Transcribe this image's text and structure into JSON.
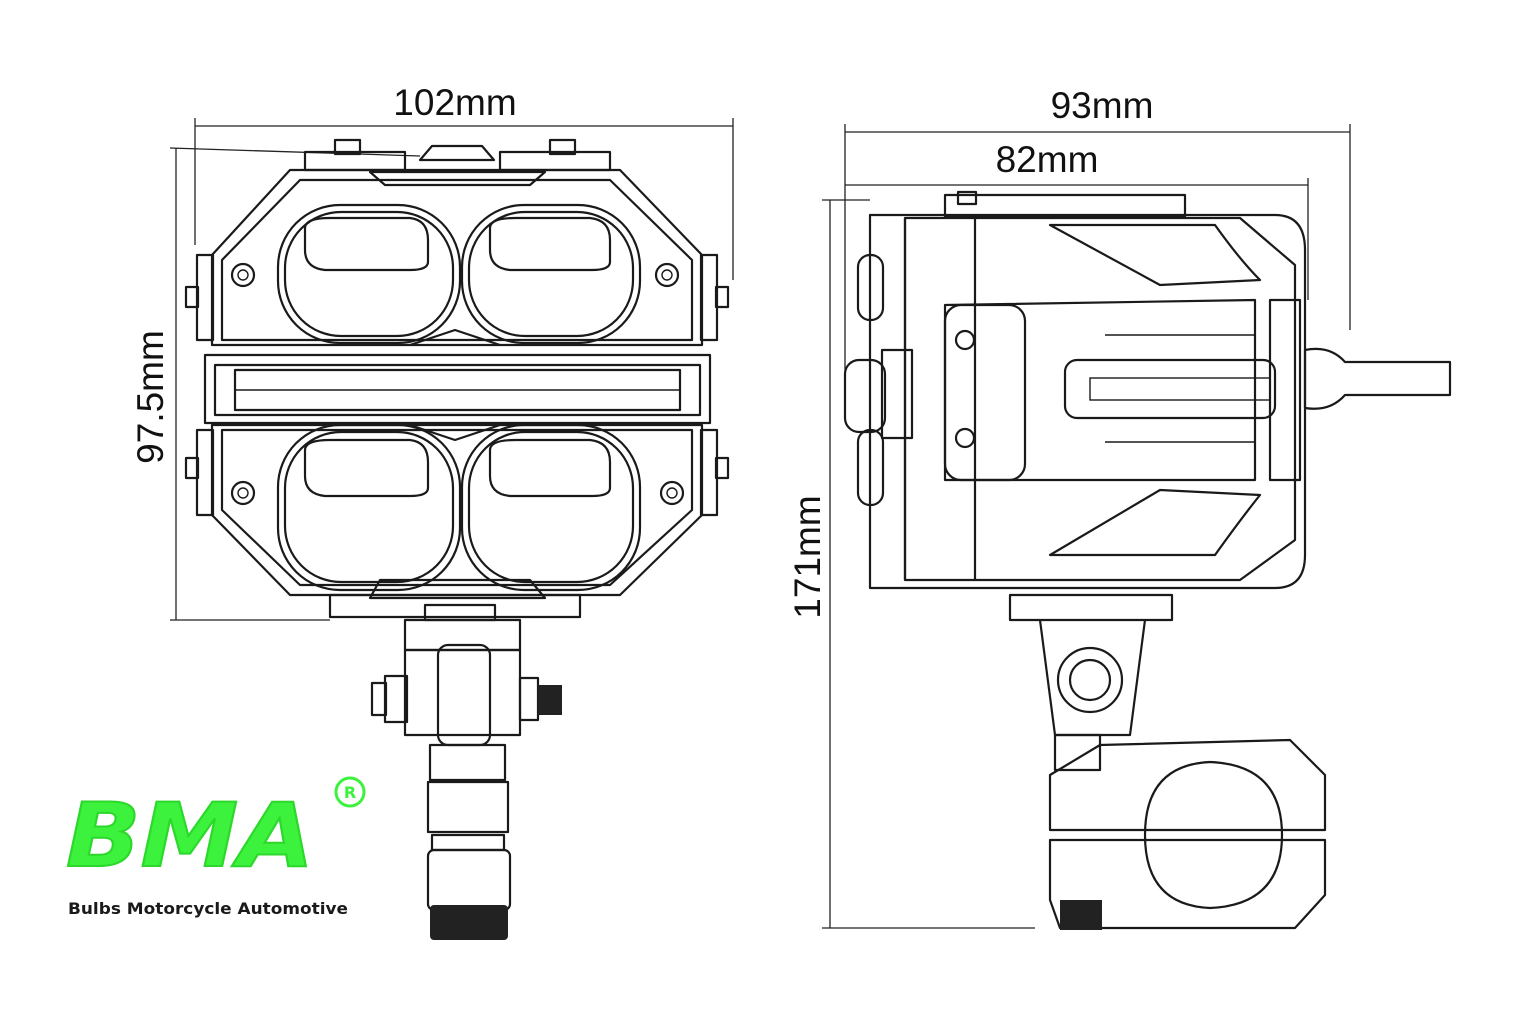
{
  "dimensions": {
    "front_width": "102mm",
    "front_height": "97.5mm",
    "side_total_depth": "93mm",
    "side_body_depth": "82mm",
    "total_height": "171mm"
  },
  "logo": {
    "brand": "BMA",
    "registered_mark": "R",
    "tagline": "Bulbs Motorcycle Automotive",
    "color": "#3df23d"
  }
}
